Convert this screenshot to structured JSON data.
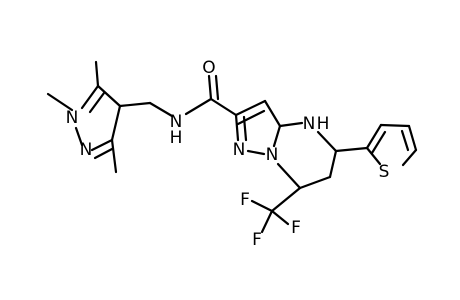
{
  "molecule": {
    "labels": {
      "pyrazole_n1": "N",
      "pyrazole_n2": "N",
      "amide_n": "N",
      "amide_h": "H",
      "carbonyl_o": "O",
      "ring_n_bridge": "N",
      "ring_n_pz": "N",
      "ring_n_nh": "N",
      "ring_h": "H",
      "thiophene_s": "S",
      "f1": "F",
      "f2": "F",
      "f3": "F"
    }
  }
}
